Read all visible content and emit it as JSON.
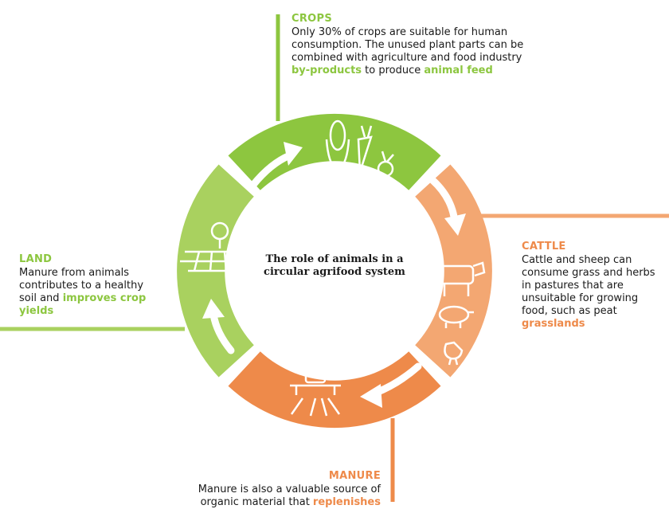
{
  "colors": {
    "crops": "#8dc63f",
    "land": "#a9d15f",
    "cattle": "#f3a772",
    "manure": "#ee8a4a",
    "green_text": "#8cc63f",
    "orange_text": "#ee8a4a"
  },
  "center_title": "The role of animals in a circular agrifood system",
  "crops": {
    "title": "CROPS",
    "text": "Only 30% of crops are suitable for human consumption. The unused plant parts can be combined with agriculture and food industry ",
    "highlight1": "by-products",
    "text2": " to produce ",
    "highlight2": "animal feed"
  },
  "cattle": {
    "title": "CATTLE",
    "text": "Cattle and sheep can consume grass and herbs in pastures that are unsuitable for growing food, such as peat ",
    "highlight": "grasslands"
  },
  "land": {
    "title": "LAND",
    "text": "Manure from animals contributes to a healthy soil and ",
    "highlight": "improves crop yields"
  },
  "manure": {
    "title": "MANURE",
    "text": "Manure is also a valuable source of organic material that ",
    "highlight": "replenishes"
  },
  "icons": [
    "corn-icon",
    "carrot-icon",
    "beet-icon",
    "cow-icon",
    "pig-icon",
    "chicken-icon",
    "tractor-icon",
    "tree-icon",
    "field-icon",
    "arrow-icon"
  ]
}
